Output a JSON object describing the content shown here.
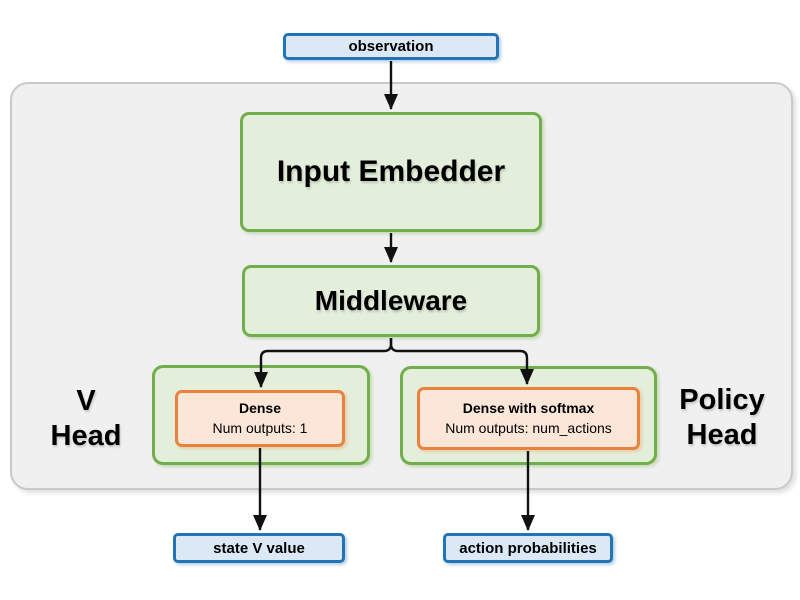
{
  "colors": {
    "canvas_bg": "#ffffff",
    "container_fill": "#f0f0f1",
    "container_border": "#c8c9ca",
    "blue_fill": "#dbe9f6",
    "blue_border": "#2473b5",
    "green_fill": "#e4efdb",
    "green_border": "#72ae4b",
    "orange_fill": "#fbe6d8",
    "orange_border": "#e9823d",
    "arrow": "#111111",
    "text": "#000000"
  },
  "nodes": {
    "observation": {
      "label": "observation"
    },
    "input_embedder": {
      "label": "Input Embedder"
    },
    "middleware": {
      "label": "Middleware"
    },
    "v_head": {
      "label_line1": "V",
      "label_line2": "Head",
      "dense_title": "Dense",
      "dense_subtitle": "Num outputs: 1"
    },
    "policy_head": {
      "label_line1": "Policy",
      "label_line2": "Head",
      "dense_title": "Dense with softmax",
      "dense_subtitle": "Num outputs: num_actions"
    },
    "state_v_value": {
      "label": "state V value"
    },
    "action_probabilities": {
      "label": "action probabilities"
    }
  }
}
